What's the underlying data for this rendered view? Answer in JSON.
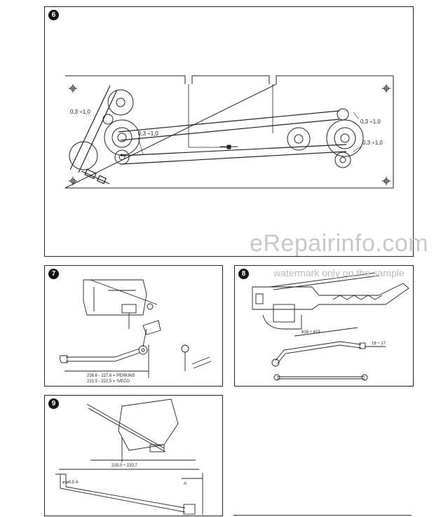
{
  "panels": [
    {
      "number": "6",
      "labels": [
        "0,3 ÷1,0",
        "0,3 ÷1,0",
        "0,3 ÷1,0",
        "0,3 ÷1,0"
      ]
    },
    {
      "number": "7",
      "labels": [
        "226,6 - 227,6 = PERKINS",
        "221,5 - 222,5 = IVECO"
      ]
    },
    {
      "number": "8",
      "labels": [
        "618 ÷ 619",
        "16 ÷ 17"
      ]
    },
    {
      "number": "9",
      "labels": [
        "219,3 ÷ 220,7",
        "⌀ ⌀0,5 A",
        "A"
      ]
    }
  ],
  "watermark": {
    "site": "eRepairinfo.com",
    "note": "watermark only on the sample"
  },
  "colors": {
    "line": "#222222",
    "watermark": "#c8c8c8",
    "background": "#ffffff"
  }
}
